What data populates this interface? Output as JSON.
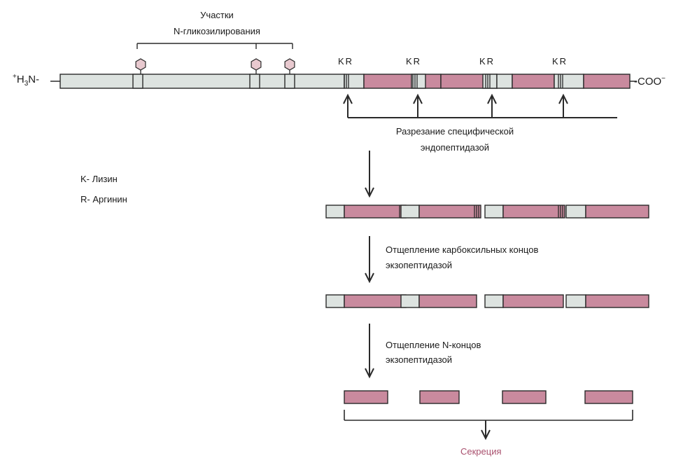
{
  "glyco_label": [
    "Участки",
    "N-гликозилирования"
  ],
  "n_terminus": {
    "charge": "+",
    "text": "H",
    "sub": "3",
    "tail": "N-"
  },
  "c_terminus": "-COO",
  "c_charge": "−",
  "kr_label": "KR",
  "step1_label": [
    "Разрезание специфической",
    "эндопептидазой"
  ],
  "legend": [
    "K- Лизин",
    "R- Аргинин"
  ],
  "step2_label": [
    "Отщепление карбоксильных концов",
    "экзопептидазой"
  ],
  "step3_label": [
    "Отщепление N-концов",
    "экзопептидазой"
  ],
  "secretion_label": "Секреция",
  "colors": {
    "grey": "#dde3e0",
    "pink": "#c98a9e",
    "stroke": "#2a2a2a",
    "secretion": "#a9506e",
    "glyco": "#e8c9cf"
  }
}
